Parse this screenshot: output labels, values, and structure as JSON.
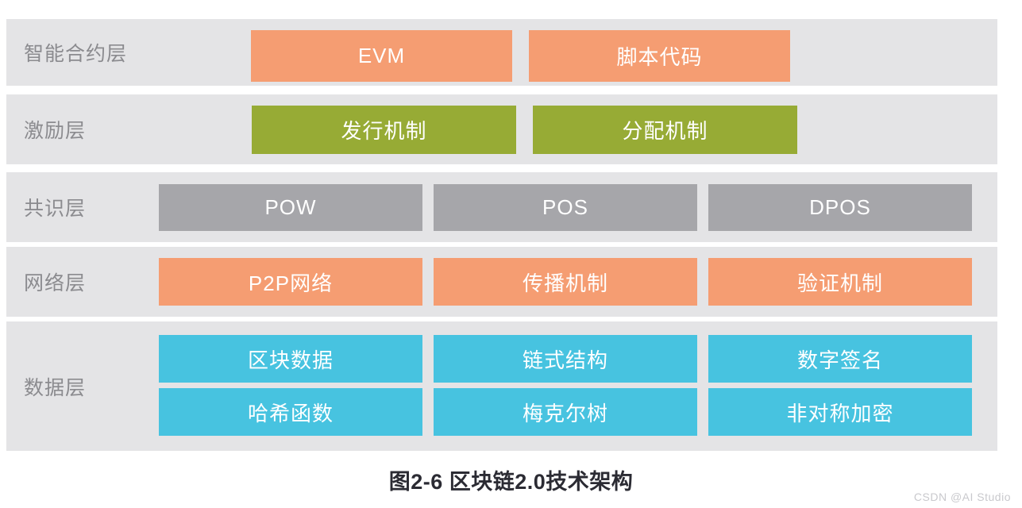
{
  "figure": {
    "caption": "图2-6 区块链2.0技术架构",
    "watermark": "CSDN @AI Studio",
    "background": "#ffffff",
    "band_color": "#e4e4e6",
    "label_color": "#8b8b8f"
  },
  "layers": [
    {
      "id": "contract",
      "label": "智能合约层",
      "color": "#f59d72",
      "rows": [
        {
          "blocks": [
            {
              "label": "EVM"
            },
            {
              "label": "脚本代码"
            }
          ]
        }
      ]
    },
    {
      "id": "incentive",
      "label": "激励层",
      "color": "#97ab35",
      "rows": [
        {
          "blocks": [
            {
              "label": "发行机制"
            },
            {
              "label": "分配机制"
            }
          ]
        }
      ]
    },
    {
      "id": "consensus",
      "label": "共识层",
      "color": "#a6a6aa",
      "rows": [
        {
          "blocks": [
            {
              "label": "POW"
            },
            {
              "label": "POS"
            },
            {
              "label": "DPOS"
            }
          ]
        }
      ]
    },
    {
      "id": "network",
      "label": "网络层",
      "color": "#f59d72",
      "rows": [
        {
          "blocks": [
            {
              "label": "P2P网络"
            },
            {
              "label": "传播机制"
            },
            {
              "label": "验证机制"
            }
          ]
        }
      ]
    },
    {
      "id": "data",
      "label": "数据层",
      "color": "#47c3e0",
      "rows": [
        {
          "blocks": [
            {
              "label": "区块数据"
            },
            {
              "label": "链式结构"
            },
            {
              "label": "数字签名"
            }
          ]
        },
        {
          "blocks": [
            {
              "label": "哈希函数"
            },
            {
              "label": "梅克尔树"
            },
            {
              "label": "非对称加密"
            }
          ]
        }
      ]
    }
  ]
}
